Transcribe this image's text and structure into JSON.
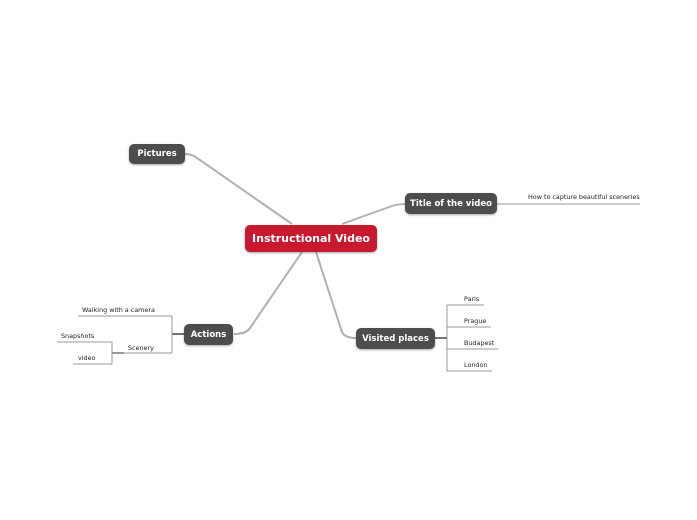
{
  "central": {
    "label": "Instructional Video",
    "color": "#c8192e"
  },
  "topics": {
    "pictures": {
      "label": "Pictures"
    },
    "title": {
      "label": "Title of the video",
      "children": [
        "How to capture beautiful sceneries"
      ]
    },
    "actions": {
      "label": "Actions",
      "children": [
        {
          "label": "Walking with a camera"
        },
        {
          "label": "Scenery",
          "children": [
            "Snapshots",
            "video"
          ]
        }
      ]
    },
    "visited": {
      "label": "Visited places",
      "children": [
        "Paris",
        "Prague",
        "Budapest",
        "London"
      ]
    }
  },
  "colors": {
    "topic_bg": "#4d4d4d",
    "link": "#aaaaaa",
    "leaf_line": "#999999"
  }
}
